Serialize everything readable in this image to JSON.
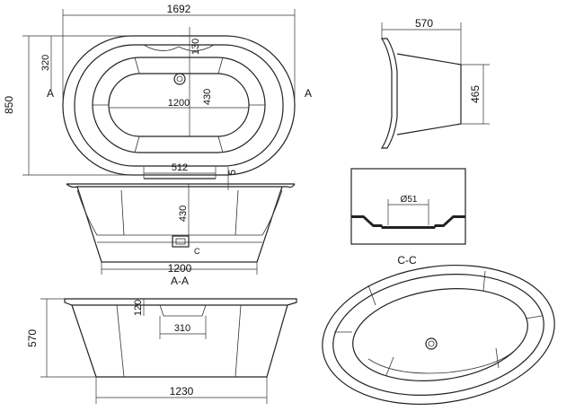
{
  "top_view": {
    "overall_length": "1692",
    "overall_width": "850",
    "inner_width": "320",
    "rim_offset": "130",
    "well_width": "430",
    "well_length": "1200",
    "section_mark_left": "A",
    "section_mark_right": "A"
  },
  "end_view": {
    "top_width": "570",
    "height": "465"
  },
  "section_aa": {
    "waste_width": "512",
    "rim_thickness": "5",
    "depth": "430",
    "base_length": "1200",
    "detail_mark": "C",
    "caption": "A-A"
  },
  "detail_cc": {
    "waste_diameter": "Ø51",
    "caption": "C-C"
  },
  "front_view": {
    "height": "570",
    "plinth_height": "120",
    "plinth_width": "310",
    "base_length": "1230"
  },
  "colors": {
    "line": "#222222",
    "background": "#ffffff"
  }
}
